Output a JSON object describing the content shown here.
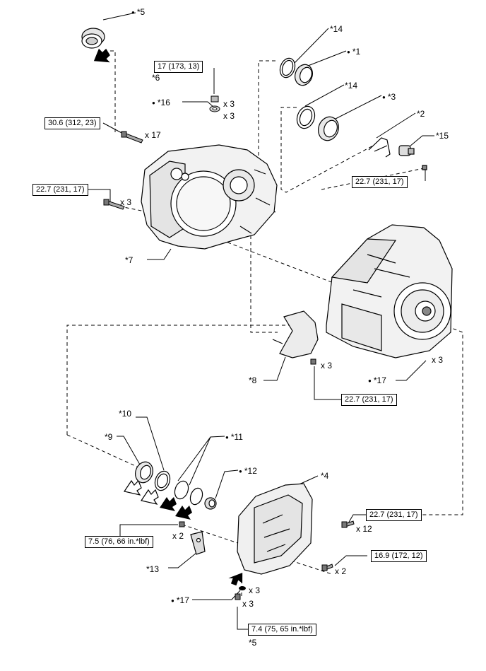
{
  "callouts": {
    "c5_top": "*5",
    "c14_a": "*14",
    "c1": "*1",
    "c14_b": "*14",
    "c3": "*3",
    "c2": "*2",
    "c15": "*15",
    "c6": "*6",
    "c16": "*16",
    "c7": "*7",
    "c8": "*8",
    "c17_mid": "*17",
    "c10": "*10",
    "c9": "*9",
    "c11": "*11",
    "c12": "*12",
    "c4": "*4",
    "c13": "*13",
    "c17_bot": "*17",
    "c5_bot": "*5"
  },
  "torques": {
    "t_17_173_13": "17 (173, 13)",
    "t_30_6": "30.6 (312, 23)",
    "t_22_7_left": "22.7 (231, 17)",
    "t_22_7_right_top": "22.7 (231, 17)",
    "t_22_7_mid": "22.7 (231, 17)",
    "t_22_7_right_bot": "22.7 (231, 17)",
    "t_16_9": "16.9 (172, 12)",
    "t_7_5": "7.5 (76, 66 in.*lbf)",
    "t_7_4": "7.4 (75, 65 in.*lbf)"
  },
  "quantities": {
    "q_x3_plug": "x 3",
    "q_x3_washer": "x 3",
    "q_x17": "x 17",
    "q_x3_left": "x 3",
    "q_x3_case": "x 3",
    "q_x3_guide": "x 3",
    "q_x12": "x 12",
    "q_x2_left": "x 2",
    "q_x2_right": "x 2",
    "q_x3_oring": "x 3",
    "q_x3_bolt": "x 3"
  },
  "icons": {
    "dot_marker": "filled-circle (non-reusable part)",
    "arrow_filled": "apply-grease-arrow-icon",
    "arrow_outline": "apply-fluid-arrow-icon"
  }
}
